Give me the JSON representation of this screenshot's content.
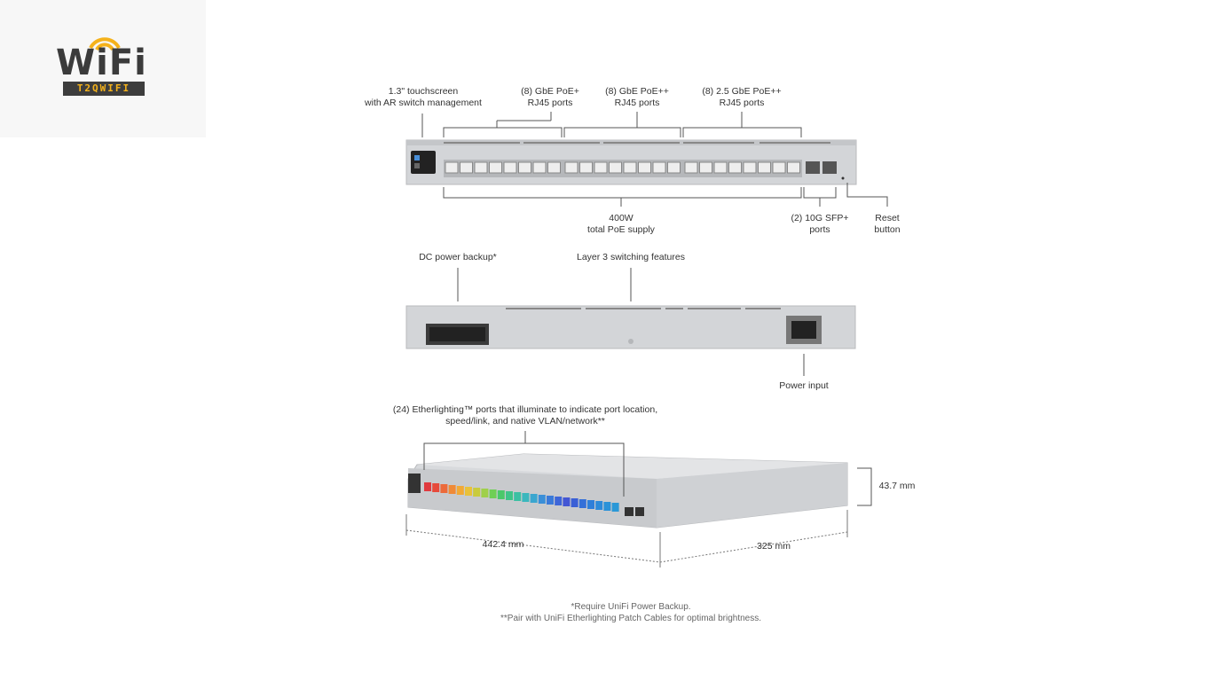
{
  "logo": {
    "brand": "WiFi",
    "tagline": "T2QWIFI"
  },
  "front": {
    "touchscreen": {
      "line1": "1.3\" touchscreen",
      "line2": "with AR switch management"
    },
    "gbe_poe_plus": {
      "line1": "(8) GbE PoE+",
      "line2": "RJ45 ports"
    },
    "gbe_poe_plusplus": {
      "line1": "(8) GbE PoE++",
      "line2": "RJ45 ports"
    },
    "gbe25_poe_plusplus": {
      "line1": "(8) 2.5 GbE PoE++",
      "line2": "RJ45 ports"
    },
    "poe_supply": {
      "line1": "400W",
      "line2": "total PoE supply"
    },
    "sfp": {
      "line1": "(2) 10G SFP+",
      "line2": "ports"
    },
    "reset": {
      "line1": "Reset",
      "line2": "button"
    }
  },
  "rear": {
    "dc_backup": "DC power backup*",
    "layer3": "Layer 3 switching features",
    "power_input": "Power input"
  },
  "iso": {
    "etherlighting": {
      "line1": "(24) Etherlighting™ ports that illuminate to indicate port location,",
      "line2": "speed/link, and native VLAN/network**"
    },
    "height": "43.7 mm",
    "width": "442.4 mm",
    "depth": "325 mm"
  },
  "footnotes": {
    "note1": "*Require UniFi Power Backup.",
    "note2": "**Pair with UniFi Etherlighting Patch Cables for optimal brightness."
  },
  "colors": {
    "chassis": "#c9cbcf",
    "chassis_dark": "#a9abaf",
    "line": "#555555",
    "logo_yellow": "#f5b21b"
  }
}
